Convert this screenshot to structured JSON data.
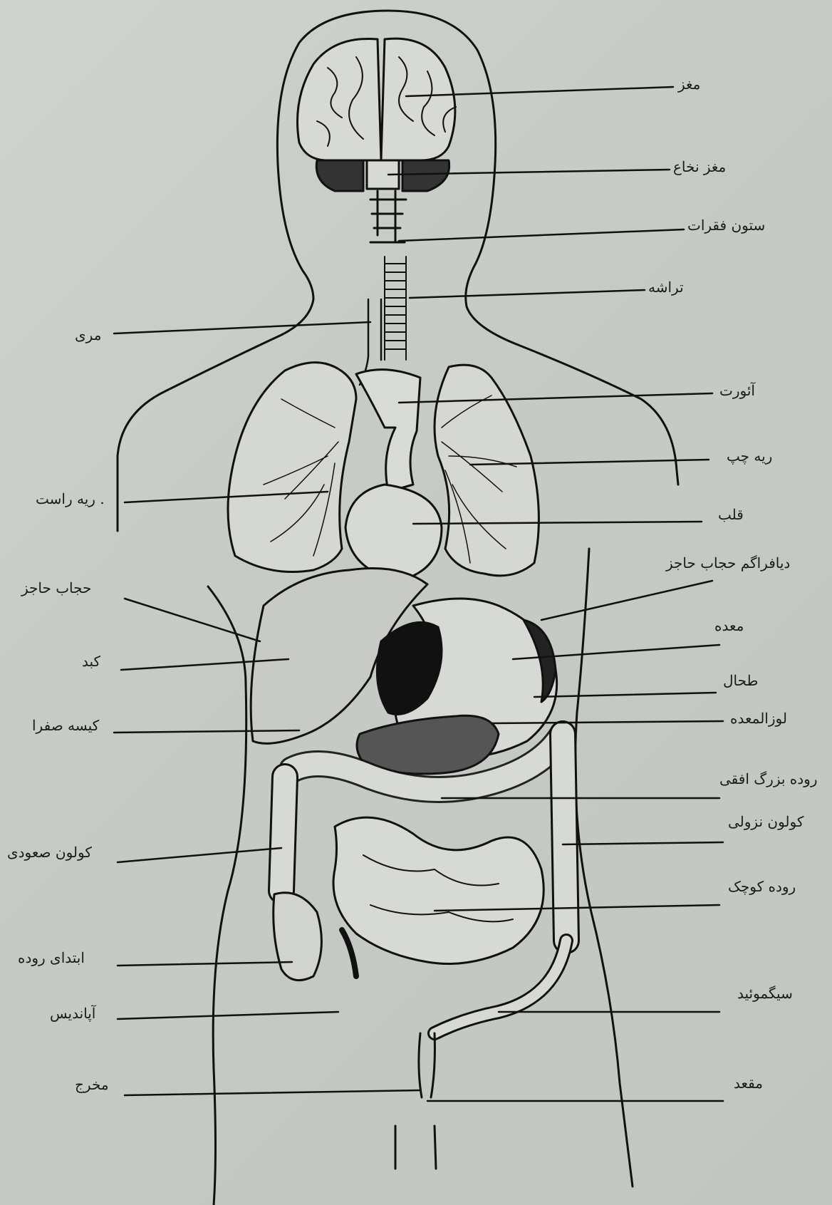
{
  "labels_right": {
    "brain": "مغز",
    "cerebellum": "مغز نخاع",
    "spine": "ستون فقرات",
    "trachea": "تراشه",
    "aorta": "آئورت",
    "left_lung": "ریه چپ",
    "heart": "قلب",
    "diaphragm": "دیافراگم حجاب حاجز",
    "stomach": "معده",
    "spleen": "طحال",
    "pancreas": "لوزالمعده",
    "transverse_colon": "روده بزرگ افقی",
    "descending_colon": "کولون نزولی",
    "small_intestine": "روده کوچک",
    "sigmoid": "سیگموئید",
    "rectum": "مقعد"
  },
  "labels_left": {
    "esophagus": "مری",
    "right_lung": ". ریه راست",
    "diaphragm": "حجاب حاجز",
    "liver": "کبد",
    "gallbladder": "کیسه صفرا",
    "ascending_colon": "کولون صعودی",
    "cecum": "ابتدای روده",
    "appendix": "آپاندیس",
    "anus": "مخرج"
  },
  "colors": {
    "paper": "#c9cdc8",
    "ink": "#111111",
    "organ_fill": "#d4d7d2"
  }
}
